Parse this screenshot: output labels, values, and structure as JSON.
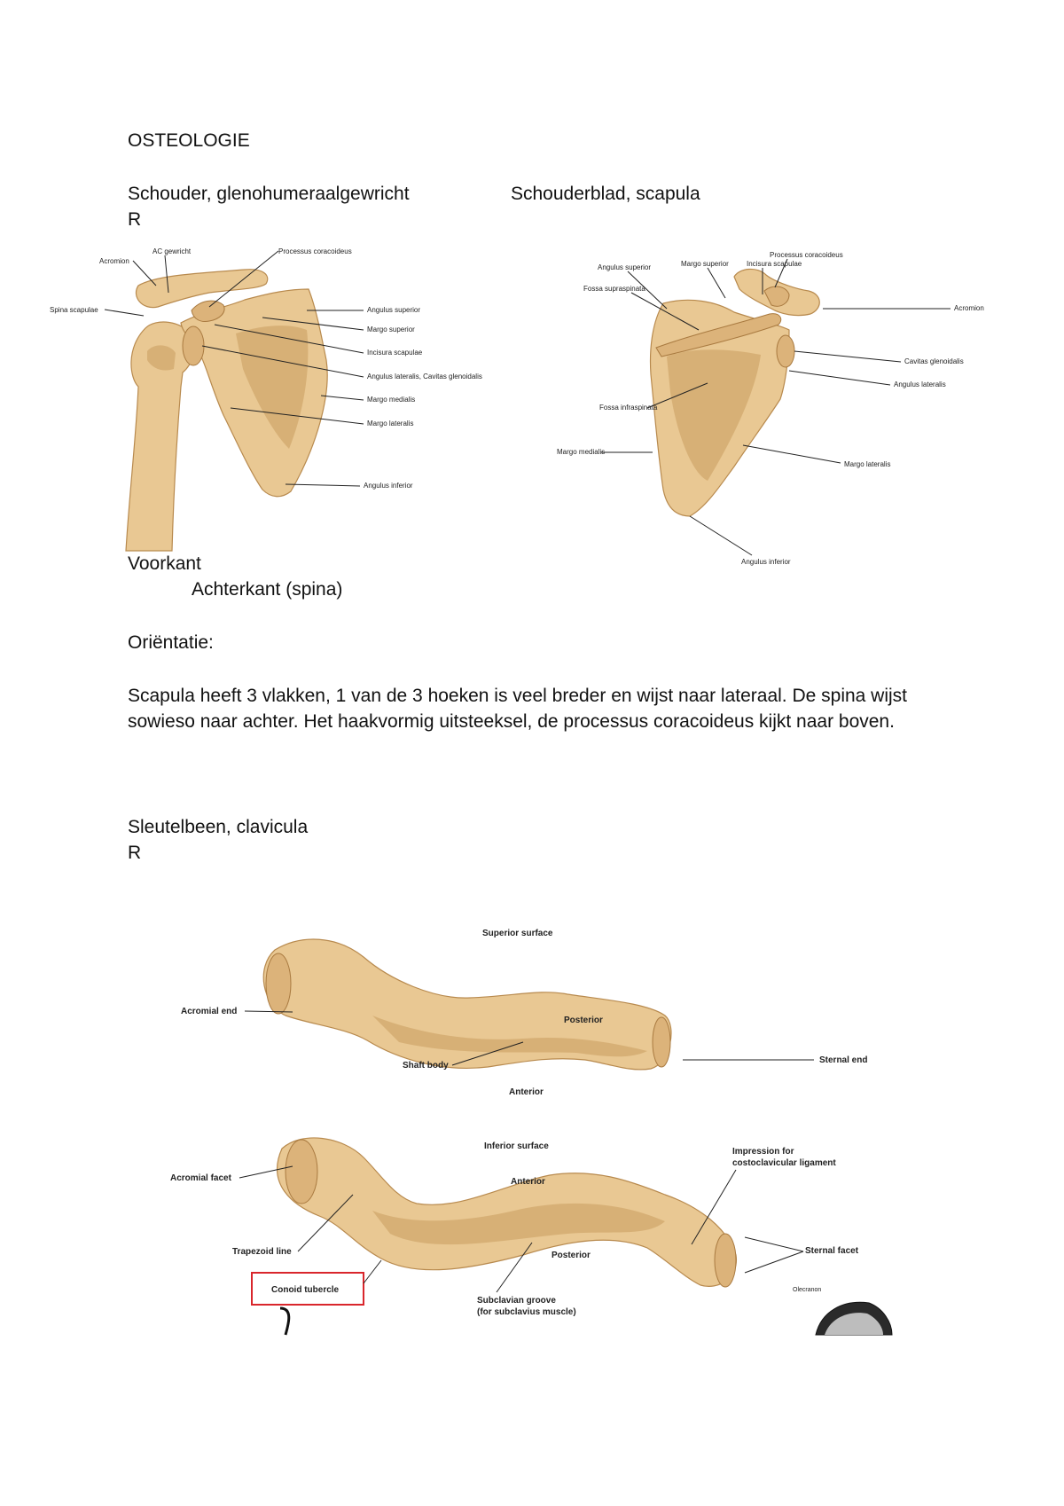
{
  "heading": "OSTEOLOGIE",
  "schouder": {
    "title": "Schouder, glenohumeraalgewricht",
    "side": "R"
  },
  "scapula": {
    "title": "Schouderblad, scapula"
  },
  "left_figure": {
    "labels": {
      "acromion": "Acromion",
      "ac": "AC gewricht",
      "proc_cor": "Processus coracoideus",
      "spina": "Spina scapulae",
      "ang_sup": "Angulus superior",
      "margo_sup": "Margo superior",
      "incisura": "Incisura scapulae",
      "ang_lat": "Angulus lateralis, Cavitas glenoidalis",
      "margo_med": "Margo medialis",
      "margo_lat": "Margo lateralis",
      "ang_inf": "Angulus inferior"
    }
  },
  "right_figure": {
    "labels": {
      "proc_cor": "Processus coracoideus",
      "ang_sup": "Angulus superior",
      "margo_sup": "Margo superior",
      "incisura": "Incisura scapulae",
      "fossa_supra": "Fossa supraspinata",
      "acromion": "Acromion",
      "cavitas": "Cavitas glenoidalis",
      "ang_lat": "Angulus lateralis",
      "fossa_infra": "Fossa infraspinata",
      "margo_med": "Margo medialis",
      "margo_lat": "Margo lateralis",
      "ang_inf": "Angulus inferior"
    }
  },
  "captions": {
    "front": "Voorkant",
    "back": "Achterkant (spina)"
  },
  "orientatie": {
    "title": "Oriëntatie:",
    "text": "Scapula heeft 3 vlakken, 1 van de 3 hoeken is veel breder en wijst naar lateraal. De spina wijst sowieso naar achter. Het haakvormig uitsteeksel, de processus coracoideus kijkt naar boven."
  },
  "sleutelbeen": {
    "title": "Sleutelbeen, clavicula",
    "side": "R"
  },
  "clavicle_figure": {
    "superior": {
      "surface": "Superior surface",
      "acromial_end": "Acromial end",
      "posterior": "Posterior",
      "shaft": "Shaft body",
      "sternal_end": "Sternal end",
      "anterior": "Anterior"
    },
    "inferior": {
      "surface": "Inferior surface",
      "acromial_facet": "Acromial facet",
      "anterior": "Anterior",
      "impression_1": "Impression for",
      "impression_2": "costoclavicular ligament",
      "trapezoid": "Trapezoid line",
      "posterior": "Posterior",
      "sternal_facet": "Sternal facet",
      "conoid": "Conoid tubercle",
      "subclavian_1": "Subclavian groove",
      "subclavian_2": "(for subclavius muscle)",
      "olecranon": "Olecranon"
    },
    "highlight_color": "#d9262c"
  }
}
